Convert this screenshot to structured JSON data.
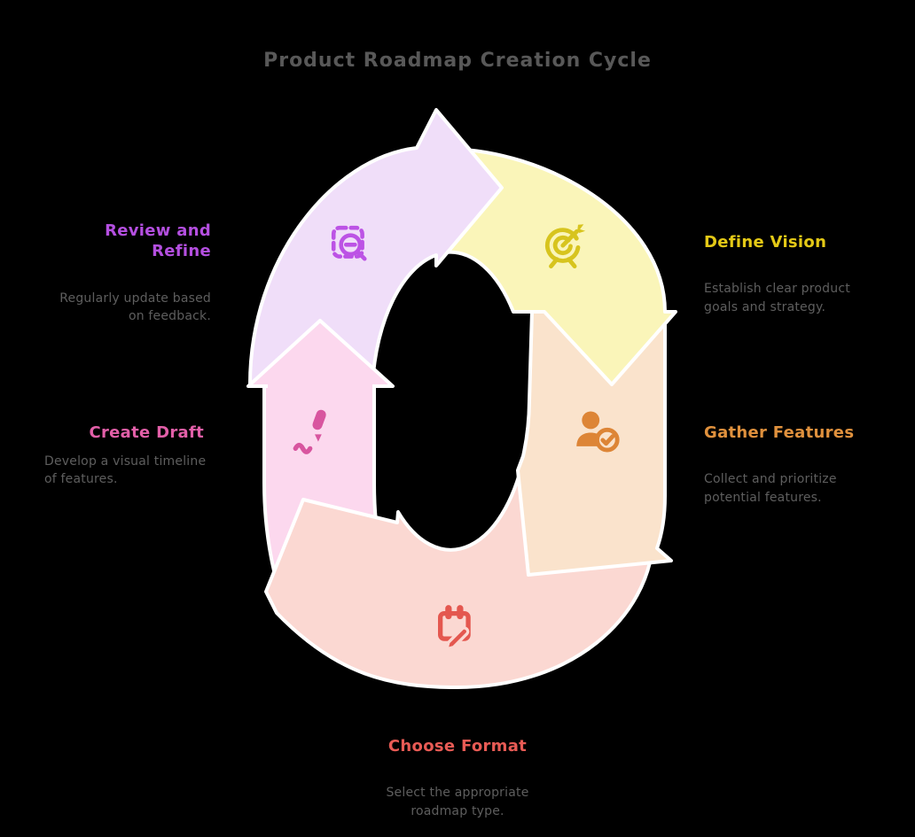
{
  "title": "Product Roadmap Creation Cycle",
  "title_color": "#585858",
  "description_color": "#5e5e5e",
  "background_color": "#000000",
  "outline_color": "#ffffff",
  "flow": "clockwise",
  "steps": [
    {
      "label": "Define Vision",
      "description": "Establish clear product\ngoals and strategy.",
      "color": "#e4c916",
      "icon_color": "#d7c41e",
      "band_color": "#faf5b9",
      "icon": "target-arrow-icon",
      "position": "top-right"
    },
    {
      "label": "Gather Features",
      "description": "Collect and prioritize\npotential features.",
      "color": "#e0913d",
      "icon_color": "#dd8536",
      "band_color": "#fae3cc",
      "icon": "user-check-icon",
      "position": "right"
    },
    {
      "label": "Choose Format",
      "description": "Select the appropriate\nroadmap type.",
      "color": "#e85b55",
      "icon_color": "#e4574f",
      "band_color": "#fbd8d2",
      "icon": "calendar-edit-icon",
      "position": "bottom"
    },
    {
      "label": "Create Draft",
      "description": "Develop a visual timeline\nof features.",
      "color": "#e25fa8",
      "icon_color": "#d8559f",
      "band_color": "#fcd8ee",
      "icon": "marker-icon",
      "position": "left"
    },
    {
      "label": "Review and\nRefine",
      "description": "Regularly update based\non feedback.",
      "color": "#b44fe0",
      "icon_color": "#bc53e5",
      "band_color": "#f0def9",
      "icon": "zoom-area-icon",
      "position": "top-left"
    }
  ]
}
